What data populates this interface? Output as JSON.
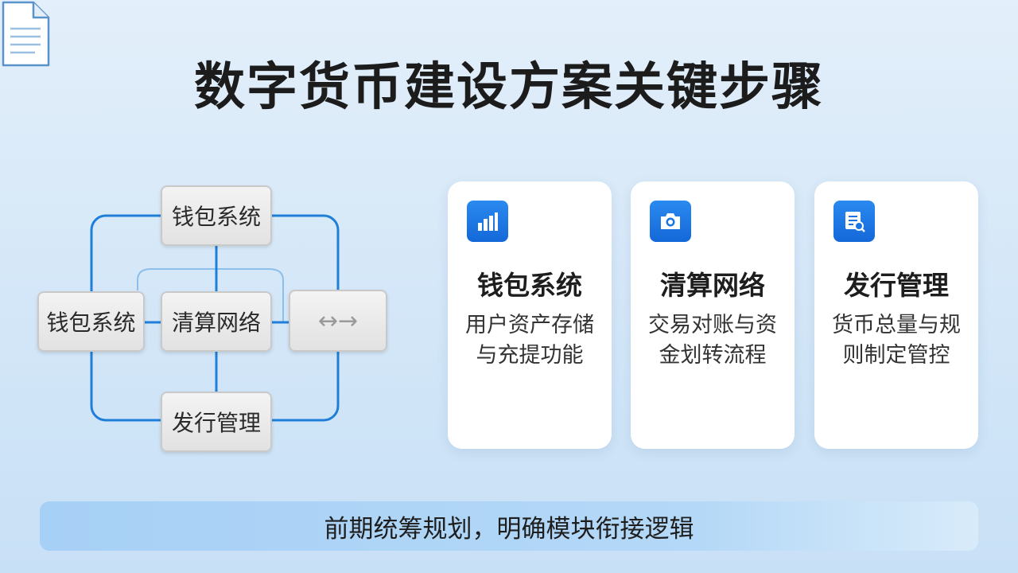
{
  "title": "数字货币建设方案关键步骤",
  "diagram": {
    "nodes": {
      "top": "钱包系统",
      "left": "钱包系统",
      "center": "清算网络",
      "bottom": "发行管理",
      "right": "↔→"
    },
    "icons": [
      "document-icon"
    ]
  },
  "cards": [
    {
      "icon": "bar-chart-icon",
      "title": "钱包系统",
      "desc": "用户资产存储与充提功能"
    },
    {
      "icon": "camera-icon",
      "title": "清算网络",
      "desc": "交易对账与资金划转流程"
    },
    {
      "icon": "document-search-icon",
      "title": "发行管理",
      "desc": "货币总量与规则制定管控"
    }
  ],
  "banner": "前期统筹规划，明确模块衔接逻辑",
  "colors": {
    "accent_blue": "#1a74e2",
    "line_blue": "#1f7fd8",
    "background": "#d6e8f8"
  }
}
